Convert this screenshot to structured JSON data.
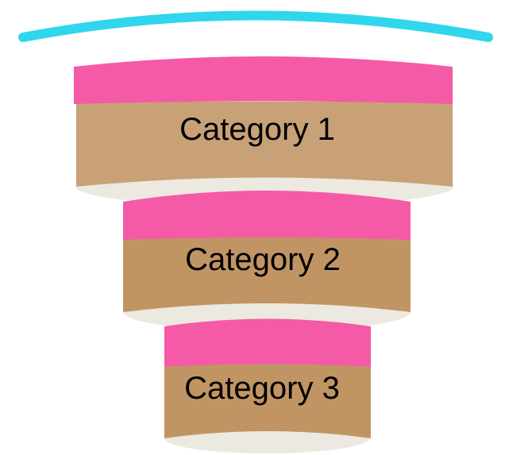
{
  "colors": {
    "rim": "#2fd6ec",
    "band": "#f55aa6",
    "body_top": "#c9a176",
    "body_lower": "#c19563",
    "base": "#ece9e0"
  },
  "tiers": [
    {
      "label": "Category 1"
    },
    {
      "label": "Category 2"
    },
    {
      "label": "Category 3"
    }
  ]
}
